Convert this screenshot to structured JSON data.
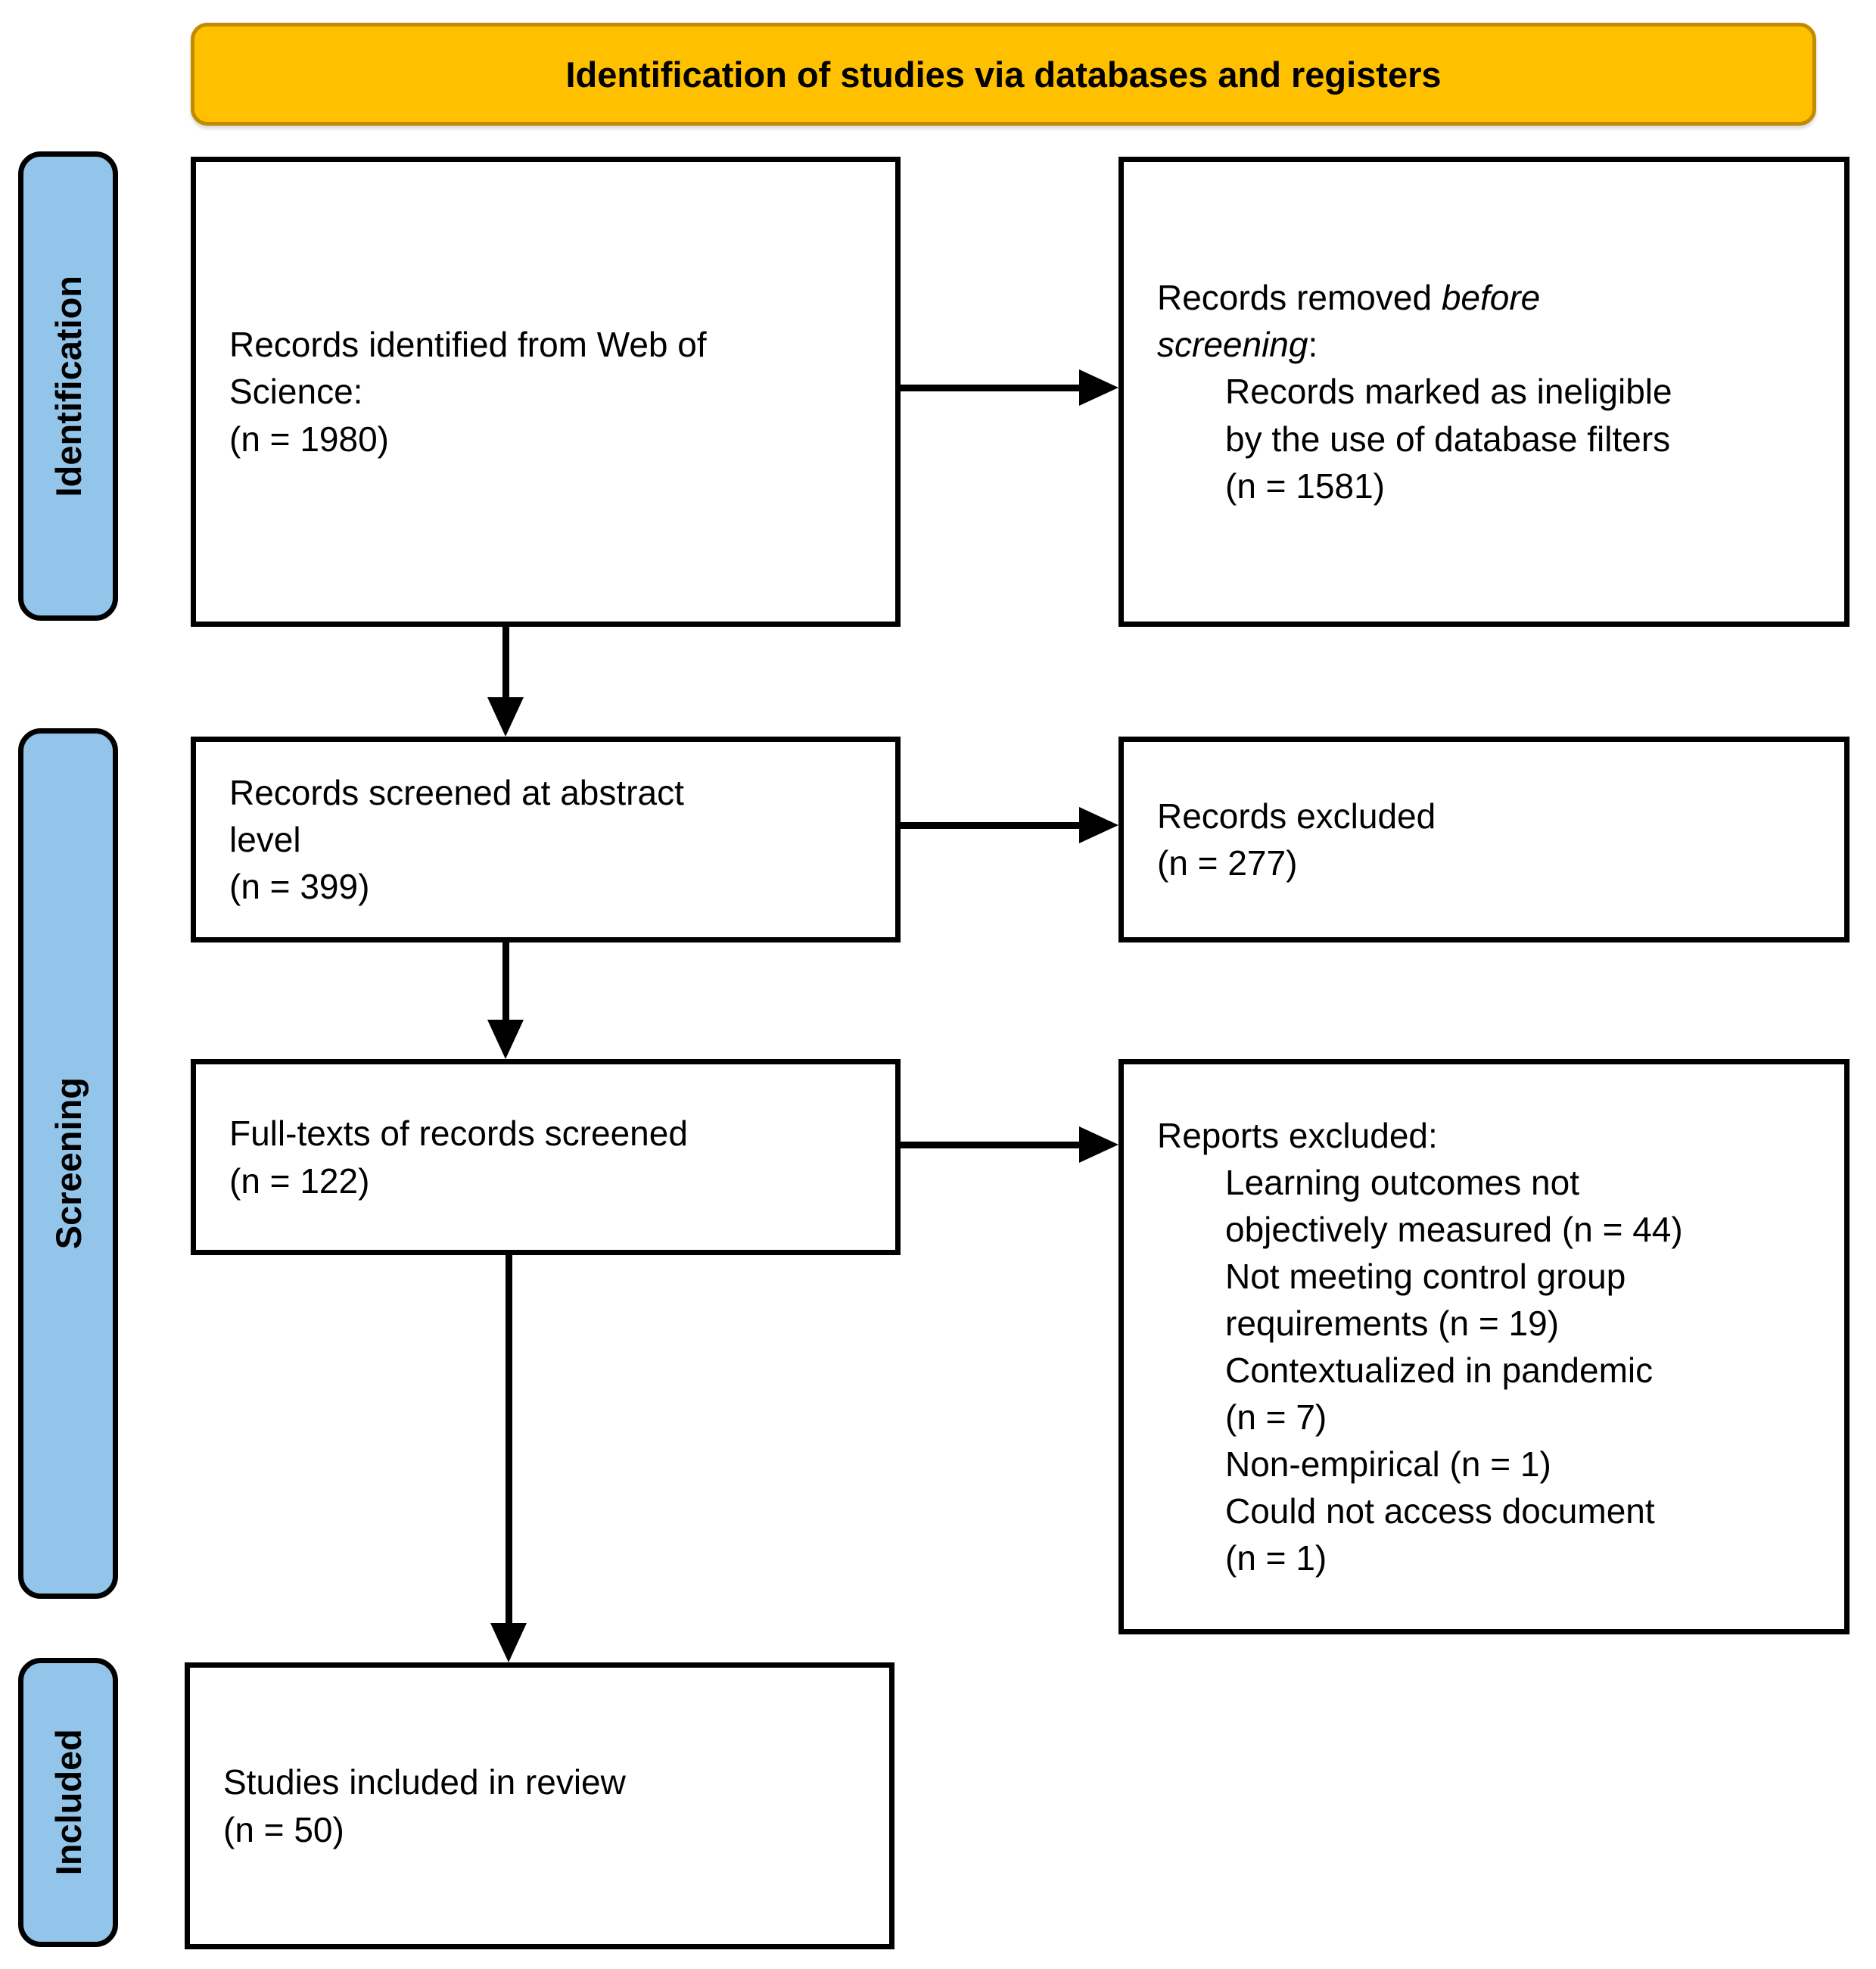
{
  "banner": {
    "title": "Identification of studies via databases and registers"
  },
  "stages": {
    "identification": "Identification",
    "screening": "Screening",
    "included": "Included"
  },
  "boxes": {
    "identified": {
      "text": "Records identified from Web of\nScience:\n(n = 1980)"
    },
    "removed": {
      "prefix": "Records removed ",
      "italic": "before\nscreening",
      "suffix": ":",
      "detail": "Records marked as ineligible\nby the use of database filters\n(n = 1581)"
    },
    "abstract_screened": {
      "text": "Records screened at abstract\nlevel\n(n = 399)"
    },
    "records_excluded": {
      "text": "Records excluded\n(n = 277)"
    },
    "fulltext_screened": {
      "text": "Full-texts of records screened\n(n = 122)"
    },
    "reports_excluded": {
      "title": "Reports excluded:",
      "items": [
        "Learning outcomes not\nobjectively measured (n = 44)",
        "Not meeting control group\nrequirements (n = 19)",
        "Contextualized in pandemic\n(n = 7)",
        "Non-empirical (n = 1)",
        "Could not access document\n(n = 1)"
      ]
    },
    "included_studies": {
      "text": "Studies included in review\n(n = 50)"
    }
  },
  "colors": {
    "banner_fill": "#FFC000",
    "banner_border": "#C28A00",
    "stage_fill": "#92C5E9",
    "line_color": "#000000"
  }
}
